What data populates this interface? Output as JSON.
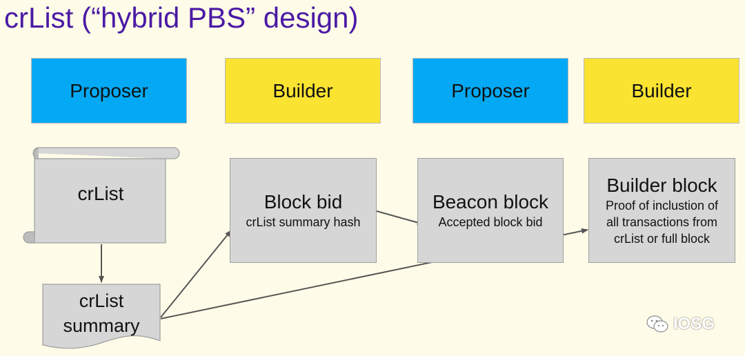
{
  "title": "crList (“hybrid PBS” design)",
  "roles": [
    {
      "label": "Proposer",
      "color": "#03a9f4"
    },
    {
      "label": "Builder",
      "color": "#fae331"
    },
    {
      "label": "Proposer",
      "color": "#03a9f4"
    },
    {
      "label": "Builder",
      "color": "#fae331"
    }
  ],
  "crlist_scroll": {
    "label": "crList"
  },
  "crlist_summary": {
    "line1": "crList",
    "line2": "summary"
  },
  "block_bid": {
    "title": "Block bid",
    "subtitle": "crList summary hash"
  },
  "beacon_block": {
    "title": "Beacon block",
    "subtitle": "Accepted block bid"
  },
  "builder_block": {
    "title": "Builder block",
    "line1": "Proof of inclustion of",
    "line2": "all transactions from",
    "line3": "crList or full block"
  },
  "watermark": {
    "text": "IOSG",
    "icon": "wechat-icon"
  }
}
